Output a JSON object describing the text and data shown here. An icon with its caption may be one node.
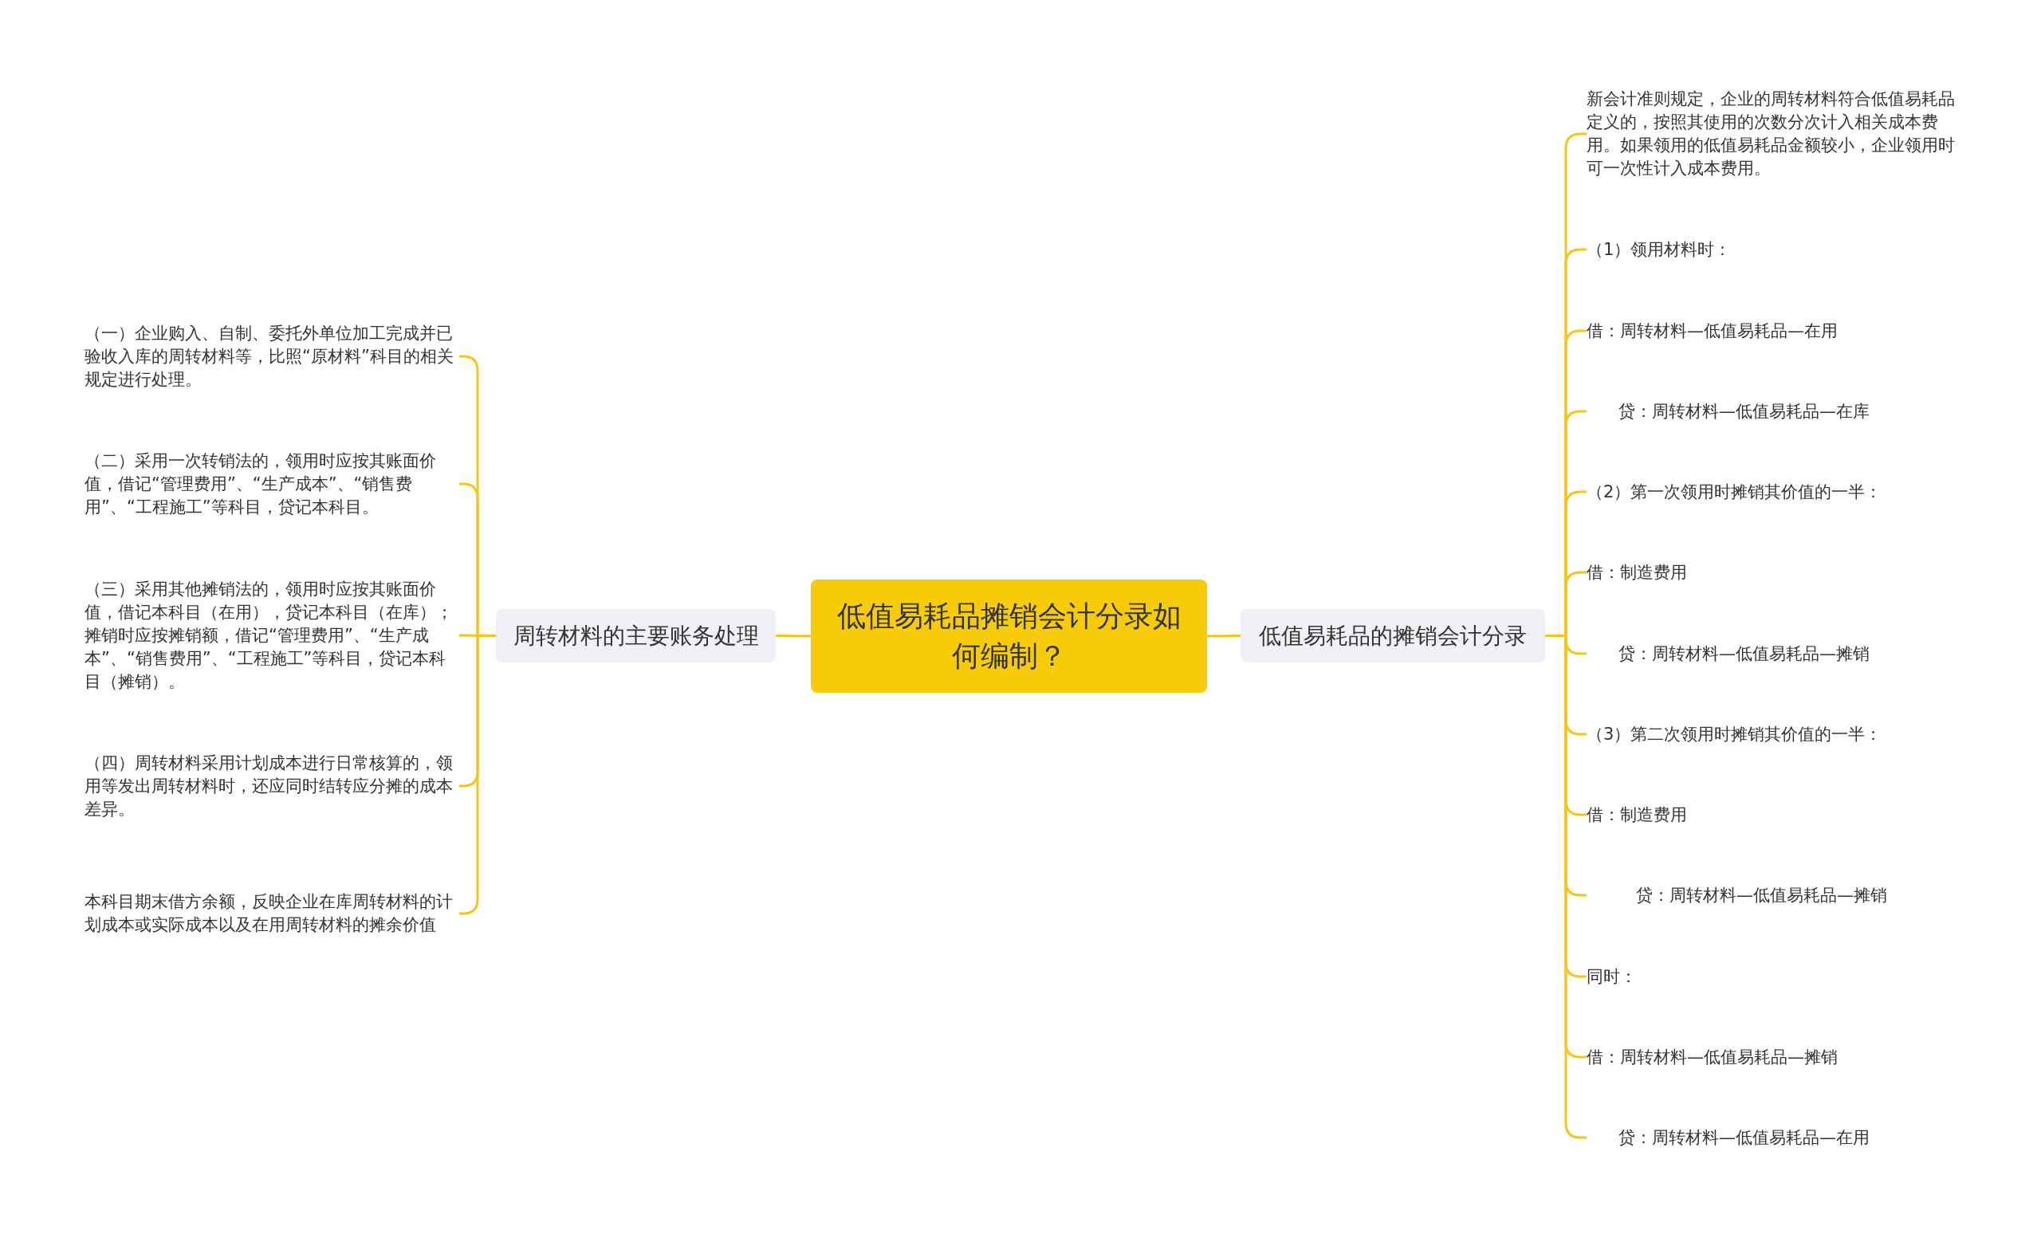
{
  "diagram": {
    "nodes": [
      {
        "text": [
          "低值易耗品摊销会计分录如何编制？"
        ]
      },
      {
        "text": [
          "周转材料的主要账务处理"
        ]
      },
      {
        "text": [
          "低值易耗品的摊销会计分录"
        ]
      },
      {
        "text": [
          "（一）企业购入、自制、委托外单位加工完成并已验收入库的周转材料等，比照“原材料”科目的相关规定进行处理。"
        ]
      },
      {
        "text": [
          "（二）采用一次转销法的，领用时应按其账面价值，借记“管理费用”、“生产成本”、“销售费用”、“工程施工”等科目，贷记本科目。"
        ]
      },
      {
        "text": [
          "（三）采用其他摊销法的，领用时应按其账面价值，借记本科目（在用），贷记本科目（在库）；摊销时应按摊销额，借记“管理费用”、“生产成本”、“销售费用”、“工程施工”等科目，贷记本科目（摊销）。"
        ]
      },
      {
        "text": [
          "（四）周转材料采用计划成本进行日常核算的，领用等发出周转材料时，还应同时结转应分摊的成本差异。"
        ]
      },
      {
        "text": [
          "本科目期末借方余额，反映企业在库周转材料的计划成本或实际成本以及在用周转材料的摊余价值"
        ]
      },
      {
        "text": [
          "新会计准则规定，企业的周转材料符合低值易耗品定义的，按照其使用的次数分次计入相关成本费用。如果领用的低值易耗品金额较小，企业领用时可一次性计入成本费用。"
        ]
      },
      {
        "text": [
          "（1）领用材料时："
        ]
      },
      {
        "text": [
          "借：周转材料—低值易耗品—在用"
        ]
      },
      {
        "text": [
          "贷：周转材料—低值易耗品—在库"
        ]
      },
      {
        "text": [
          "（2）第一次领用时摊销其价值的一半："
        ]
      },
      {
        "text": [
          "借：制造费用"
        ]
      },
      {
        "text": [
          "贷：周转材料—低值易耗品—摊销"
        ]
      },
      {
        "text": [
          "（3）第二次领用时摊销其价值的一半："
        ]
      },
      {
        "text": [
          "借：制造费用"
        ]
      },
      {
        "text": [
          "贷：周转材料—低值易耗品—摊销"
        ]
      },
      {
        "text": [
          "同时："
        ]
      },
      {
        "text": [
          "借：周转材料—低值易耗品—摊销"
        ]
      },
      {
        "text": [
          "贷：周转材料—低值易耗品—在用"
        ]
      }
    ],
    "edges": [
      {
        "from": 0,
        "to": 1,
        "arrow": "none"
      },
      {
        "from": 0,
        "to": 2,
        "arrow": "none"
      },
      {
        "from": 1,
        "to": 3,
        "arrow": "none"
      },
      {
        "from": 1,
        "to": 4,
        "arrow": "none"
      },
      {
        "from": 1,
        "to": 5,
        "arrow": "none"
      },
      {
        "from": 1,
        "to": 6,
        "arrow": "none"
      },
      {
        "from": 1,
        "to": 7,
        "arrow": "none"
      },
      {
        "from": 2,
        "to": 8,
        "arrow": "none"
      },
      {
        "from": 2,
        "to": 9,
        "arrow": "none"
      },
      {
        "from": 2,
        "to": 10,
        "arrow": "none"
      },
      {
        "from": 2,
        "to": 11,
        "arrow": "none"
      },
      {
        "from": 2,
        "to": 12,
        "arrow": "none"
      },
      {
        "from": 2,
        "to": 13,
        "arrow": "none"
      },
      {
        "from": 2,
        "to": 14,
        "arrow": "none"
      },
      {
        "from": 2,
        "to": 15,
        "arrow": "none"
      },
      {
        "from": 2,
        "to": 16,
        "arrow": "none"
      },
      {
        "from": 2,
        "to": 17,
        "arrow": "none"
      },
      {
        "from": 2,
        "to": 18,
        "arrow": "none"
      },
      {
        "from": 2,
        "to": 19,
        "arrow": "none"
      },
      {
        "from": 2,
        "to": 20,
        "arrow": "none"
      }
    ]
  }
}
